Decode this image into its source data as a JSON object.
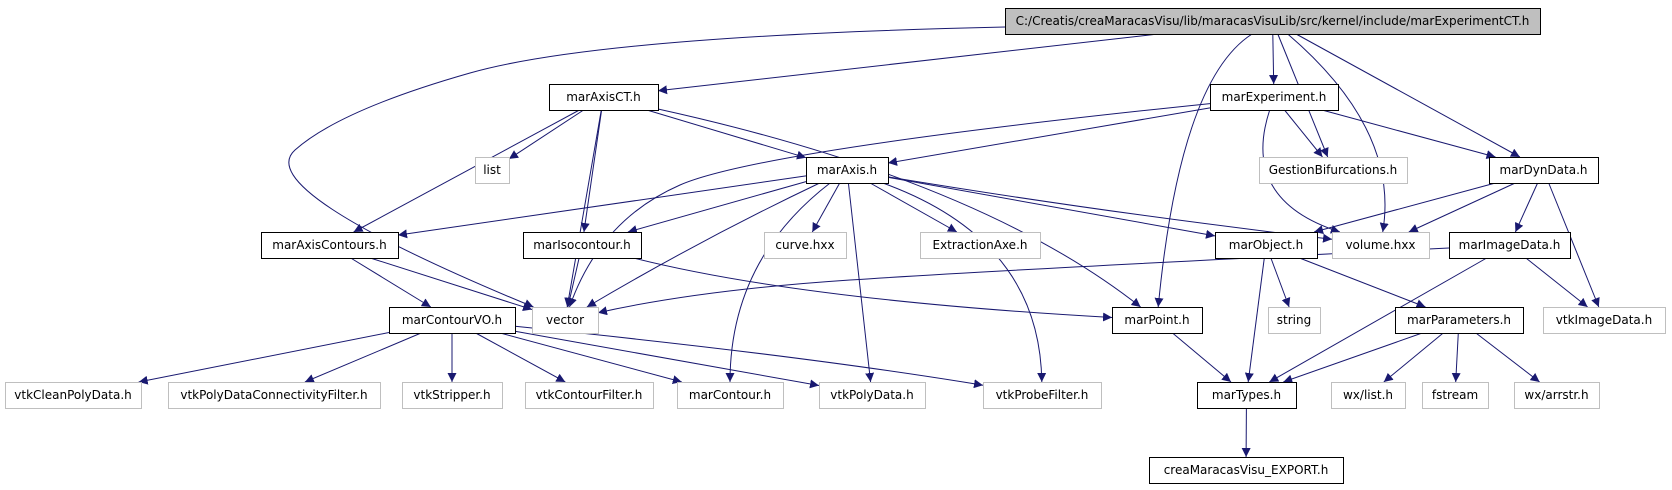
{
  "graph": {
    "colors": {
      "edge": "#191970",
      "root_fill": "#bfbfbf",
      "root_border": "#000000",
      "documented_border": "#000000",
      "external_border": "#bfbfbf",
      "text": "#000000"
    },
    "nodes": [
      {
        "id": "root",
        "label": "C:/Creatis/creaMaracasVisu/lib/maracasVisuLib/src/kernel/include/marExperimentCT.h",
        "kind": "root"
      },
      {
        "id": "marAxisCT",
        "label": "marAxisCT.h",
        "kind": "documented"
      },
      {
        "id": "marExperiment",
        "label": "marExperiment.h",
        "kind": "documented"
      },
      {
        "id": "list",
        "label": "list",
        "kind": "external"
      },
      {
        "id": "marAxis",
        "label": "marAxis.h",
        "kind": "documented"
      },
      {
        "id": "GestionBifurcations",
        "label": "GestionBifurcations.h",
        "kind": "external"
      },
      {
        "id": "marDynData",
        "label": "marDynData.h",
        "kind": "documented"
      },
      {
        "id": "marAxisContours",
        "label": "marAxisContours.h",
        "kind": "documented"
      },
      {
        "id": "marIsocontour",
        "label": "marIsocontour.h",
        "kind": "documented"
      },
      {
        "id": "curve",
        "label": "curve.hxx",
        "kind": "external"
      },
      {
        "id": "ExtractionAxe",
        "label": "ExtractionAxe.h",
        "kind": "external"
      },
      {
        "id": "marObject",
        "label": "marObject.h",
        "kind": "documented"
      },
      {
        "id": "volume",
        "label": "volume.hxx",
        "kind": "external"
      },
      {
        "id": "marImageData",
        "label": "marImageData.h",
        "kind": "documented"
      },
      {
        "id": "marContourVO",
        "label": "marContourVO.h",
        "kind": "documented"
      },
      {
        "id": "vector",
        "label": "vector",
        "kind": "external"
      },
      {
        "id": "marPoint",
        "label": "marPoint.h",
        "kind": "documented"
      },
      {
        "id": "string",
        "label": "string",
        "kind": "external"
      },
      {
        "id": "marParameters",
        "label": "marParameters.h",
        "kind": "documented"
      },
      {
        "id": "vtkImageData",
        "label": "vtkImageData.h",
        "kind": "external"
      },
      {
        "id": "vtkCleanPolyData",
        "label": "vtkCleanPolyData.h",
        "kind": "external"
      },
      {
        "id": "vtkPolyDataConnectivityFilter",
        "label": "vtkPolyDataConnectivityFilter.h",
        "kind": "external"
      },
      {
        "id": "vtkStripper",
        "label": "vtkStripper.h",
        "kind": "external"
      },
      {
        "id": "vtkContourFilter",
        "label": "vtkContourFilter.h",
        "kind": "external"
      },
      {
        "id": "marContour",
        "label": "marContour.h",
        "kind": "external"
      },
      {
        "id": "vtkPolyData",
        "label": "vtkPolyData.h",
        "kind": "external"
      },
      {
        "id": "vtkProbeFilter",
        "label": "vtkProbeFilter.h",
        "kind": "external"
      },
      {
        "id": "marTypes",
        "label": "marTypes.h",
        "kind": "documented"
      },
      {
        "id": "wxlist",
        "label": "wx/list.h",
        "kind": "external"
      },
      {
        "id": "fstream",
        "label": "fstream",
        "kind": "external"
      },
      {
        "id": "arrstr",
        "label": "wx/arrstr.h",
        "kind": "external"
      },
      {
        "id": "EXPORT",
        "label": "creaMaracasVisu_EXPORT.h",
        "kind": "documented"
      }
    ],
    "edges": [
      {
        "from": "root",
        "to": "marAxisCT"
      },
      {
        "from": "root",
        "to": "marExperiment"
      },
      {
        "from": "root",
        "to": "vector"
      },
      {
        "from": "root",
        "to": "marPoint"
      },
      {
        "from": "root",
        "to": "GestionBifurcations"
      },
      {
        "from": "root",
        "to": "volume"
      },
      {
        "from": "root",
        "to": "marDynData"
      },
      {
        "from": "marAxisCT",
        "to": "list"
      },
      {
        "from": "marAxisCT",
        "to": "marAxis"
      },
      {
        "from": "marAxisCT",
        "to": "marAxisContours"
      },
      {
        "from": "marAxisCT",
        "to": "marIsocontour"
      },
      {
        "from": "marAxisCT",
        "to": "vector"
      },
      {
        "from": "marAxisCT",
        "to": "marPoint"
      },
      {
        "from": "marExperiment",
        "to": "marAxis"
      },
      {
        "from": "marExperiment",
        "to": "GestionBifurcations"
      },
      {
        "from": "marExperiment",
        "to": "marDynData"
      },
      {
        "from": "marExperiment",
        "to": "volume"
      },
      {
        "from": "marExperiment",
        "to": "vector"
      },
      {
        "from": "marAxis",
        "to": "marAxisContours"
      },
      {
        "from": "marAxis",
        "to": "marIsocontour"
      },
      {
        "from": "marAxis",
        "to": "curve"
      },
      {
        "from": "marAxis",
        "to": "ExtractionAxe"
      },
      {
        "from": "marAxis",
        "to": "marObject"
      },
      {
        "from": "marAxis",
        "to": "volume"
      },
      {
        "from": "marAxis",
        "to": "vector"
      },
      {
        "from": "marAxis",
        "to": "marContour"
      },
      {
        "from": "marAxis",
        "to": "vtkPolyData"
      },
      {
        "from": "marAxis",
        "to": "vtkProbeFilter"
      },
      {
        "from": "marDynData",
        "to": "marObject"
      },
      {
        "from": "marDynData",
        "to": "volume"
      },
      {
        "from": "marDynData",
        "to": "marImageData"
      },
      {
        "from": "marDynData",
        "to": "vtkImageData"
      },
      {
        "from": "marAxisContours",
        "to": "marContourVO"
      },
      {
        "from": "marAxisContours",
        "to": "vector"
      },
      {
        "from": "marIsocontour",
        "to": "vector"
      },
      {
        "from": "marIsocontour",
        "to": "marPoint"
      },
      {
        "from": "marObject",
        "to": "string"
      },
      {
        "from": "marObject",
        "to": "marParameters"
      },
      {
        "from": "marObject",
        "to": "marTypes"
      },
      {
        "from": "marImageData",
        "to": "vector"
      },
      {
        "from": "marImageData",
        "to": "vtkImageData"
      },
      {
        "from": "marImageData",
        "to": "marTypes"
      },
      {
        "from": "marContourVO",
        "to": "vtkCleanPolyData"
      },
      {
        "from": "marContourVO",
        "to": "vtkPolyDataConnectivityFilter"
      },
      {
        "from": "marContourVO",
        "to": "vtkStripper"
      },
      {
        "from": "marContourVO",
        "to": "vtkContourFilter"
      },
      {
        "from": "marContourVO",
        "to": "marContour"
      },
      {
        "from": "marContourVO",
        "to": "vtkPolyData"
      },
      {
        "from": "marContourVO",
        "to": "vtkProbeFilter"
      },
      {
        "from": "marPoint",
        "to": "marTypes"
      },
      {
        "from": "marParameters",
        "to": "marTypes"
      },
      {
        "from": "marParameters",
        "to": "wxlist"
      },
      {
        "from": "marParameters",
        "to": "fstream"
      },
      {
        "from": "marParameters",
        "to": "arrstr"
      },
      {
        "from": "marTypes",
        "to": "EXPORT"
      }
    ]
  }
}
